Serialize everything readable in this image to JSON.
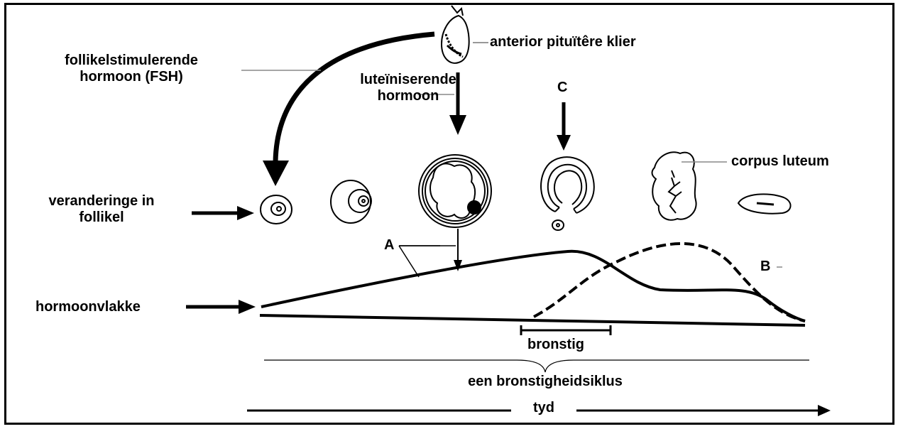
{
  "labels": {
    "fsh_line1": "follikelstimulerende",
    "fsh_line2": "hormoon (FSH)",
    "pituitary": "anterior pituïtêre klier",
    "lh_line1": "luteïniserende",
    "lh_line2": "hormoon",
    "c": "C",
    "corpus_luteum": "corpus luteum",
    "changes_line1": "veranderinge in",
    "changes_line2": "follikel",
    "a": "A",
    "b": "B",
    "hormone_levels": "hormoonvlakke",
    "estrus": "bronstig",
    "cycle": "een bronstigheidsiklus",
    "time": "tyd"
  },
  "icons": [
    "pituitary-gland-icon",
    "follicle-icon",
    "corpus-luteum-icon"
  ],
  "colors": {
    "line": "#000000",
    "background": "#ffffff"
  }
}
